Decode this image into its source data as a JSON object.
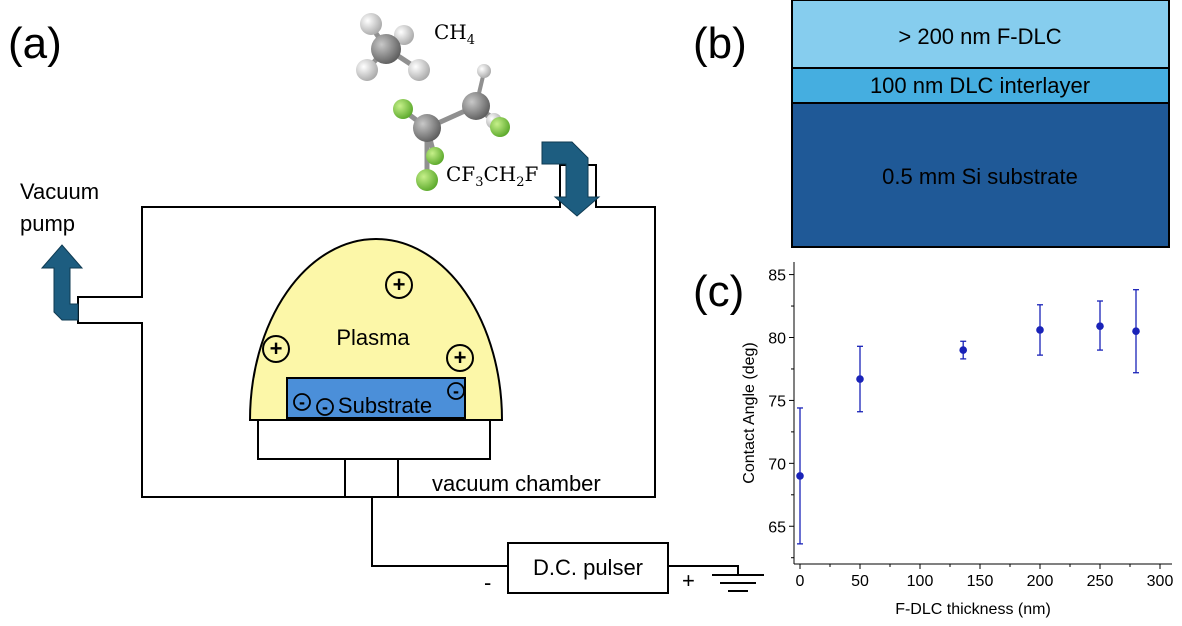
{
  "panels": {
    "a": {
      "label": "(a)",
      "vacuum_pump_line1": "Vacuum",
      "vacuum_pump_line2": "pump",
      "plasma_label": "Plasma",
      "substrate_label": "Substrate",
      "chamber_label": "vacuum chamber",
      "pulser_label": "D.C. pulser",
      "minus_sign": "-",
      "plus_sign": "+",
      "positive_ion": "+",
      "negative_charge": "-",
      "gas1": {
        "base": "CH",
        "sub": "4"
      },
      "gas2": {
        "p1": "CF",
        "s1": "3",
        "p2": "CH",
        "s2": "2",
        "p3": "F"
      },
      "colors": {
        "plasma": "#fcf7a8",
        "substrate": "#4b8fd9",
        "arrow": "#1d5d80",
        "carbon": "#7d7d7d",
        "fluorine": "#7ec83a",
        "hydrogen": "#dcdcdc"
      }
    },
    "b": {
      "label": "(b)",
      "layers": [
        {
          "text": "> 200 nm F-DLC",
          "color": "#86cdee"
        },
        {
          "text": "100 nm DLC interlayer",
          "color": "#45aee0"
        },
        {
          "text": "0.5 mm Si substrate",
          "color": "#1f5997"
        }
      ]
    },
    "c": {
      "label": "(c)"
    }
  },
  "chart_data": {
    "type": "scatter",
    "xlabel": "F-DLC thickness (nm)",
    "ylabel": "Contact Angle (deg)",
    "xlim": [
      -5,
      310
    ],
    "ylim": [
      62,
      86
    ],
    "xticks": [
      0,
      50,
      100,
      150,
      200,
      250,
      300
    ],
    "yticks": [
      65,
      70,
      75,
      80,
      85
    ],
    "color": "#1a23b8",
    "points": [
      {
        "x": 0,
        "y": 69.0,
        "err_low": 63.6,
        "err_high": 74.4
      },
      {
        "x": 50,
        "y": 76.7,
        "err_low": 74.1,
        "err_high": 79.3
      },
      {
        "x": 136,
        "y": 79.0,
        "err_low": 78.3,
        "err_high": 79.7
      },
      {
        "x": 200,
        "y": 80.6,
        "err_low": 78.6,
        "err_high": 82.6
      },
      {
        "x": 250,
        "y": 80.9,
        "err_low": 79.0,
        "err_high": 82.9
      },
      {
        "x": 280,
        "y": 80.5,
        "err_low": 77.2,
        "err_high": 83.8
      }
    ]
  }
}
